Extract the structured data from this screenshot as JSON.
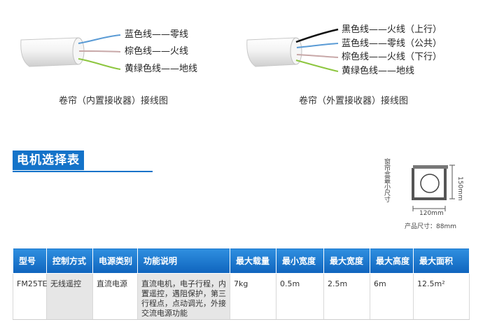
{
  "diagram_left": {
    "wires": [
      {
        "label": "蓝色线——零线",
        "color": "#5a9bd5"
      },
      {
        "label": "棕色线——火线",
        "color": "#c8a8a8"
      },
      {
        "label": "黄绿色线——地线",
        "color": "#8dc63f"
      }
    ],
    "caption": "卷帘（内置接收器）接线图"
  },
  "diagram_right": {
    "wires": [
      {
        "label": "黑色线——火线（上行）",
        "color": "#111111"
      },
      {
        "label": "蓝色线——零线（公共）",
        "color": "#5a9bd5"
      },
      {
        "label": "棕色线——火线（下行）",
        "color": "#c8a8a8"
      },
      {
        "label": "黄绿色线——地线",
        "color": "#8dc63f"
      }
    ],
    "caption": "卷帘（外置接收器）接线图"
  },
  "section": {
    "title": "电机选择表"
  },
  "spec": {
    "vertical_label": "窗帘盒最小尺寸",
    "height_label": "150mm",
    "width_label": "120mm",
    "product_size": "产品尺寸：88mm"
  },
  "table": {
    "headers": [
      "型号",
      "控制方式",
      "电源类别",
      "功能说明",
      "最大载量",
      "最小宽度",
      "最大宽度",
      "最大高度",
      "最大面积"
    ],
    "rows": [
      [
        "FM25TE",
        "无线遥控",
        "直流电源",
        "直流电机，电子行程，内置遥控，遇阻保护，第三行程点，点动调光，外接交流电源功能",
        "7kg",
        "0.5m",
        "2.5m",
        "6m",
        "12.5m²"
      ]
    ]
  },
  "colors": {
    "accent": "#1473c9"
  }
}
